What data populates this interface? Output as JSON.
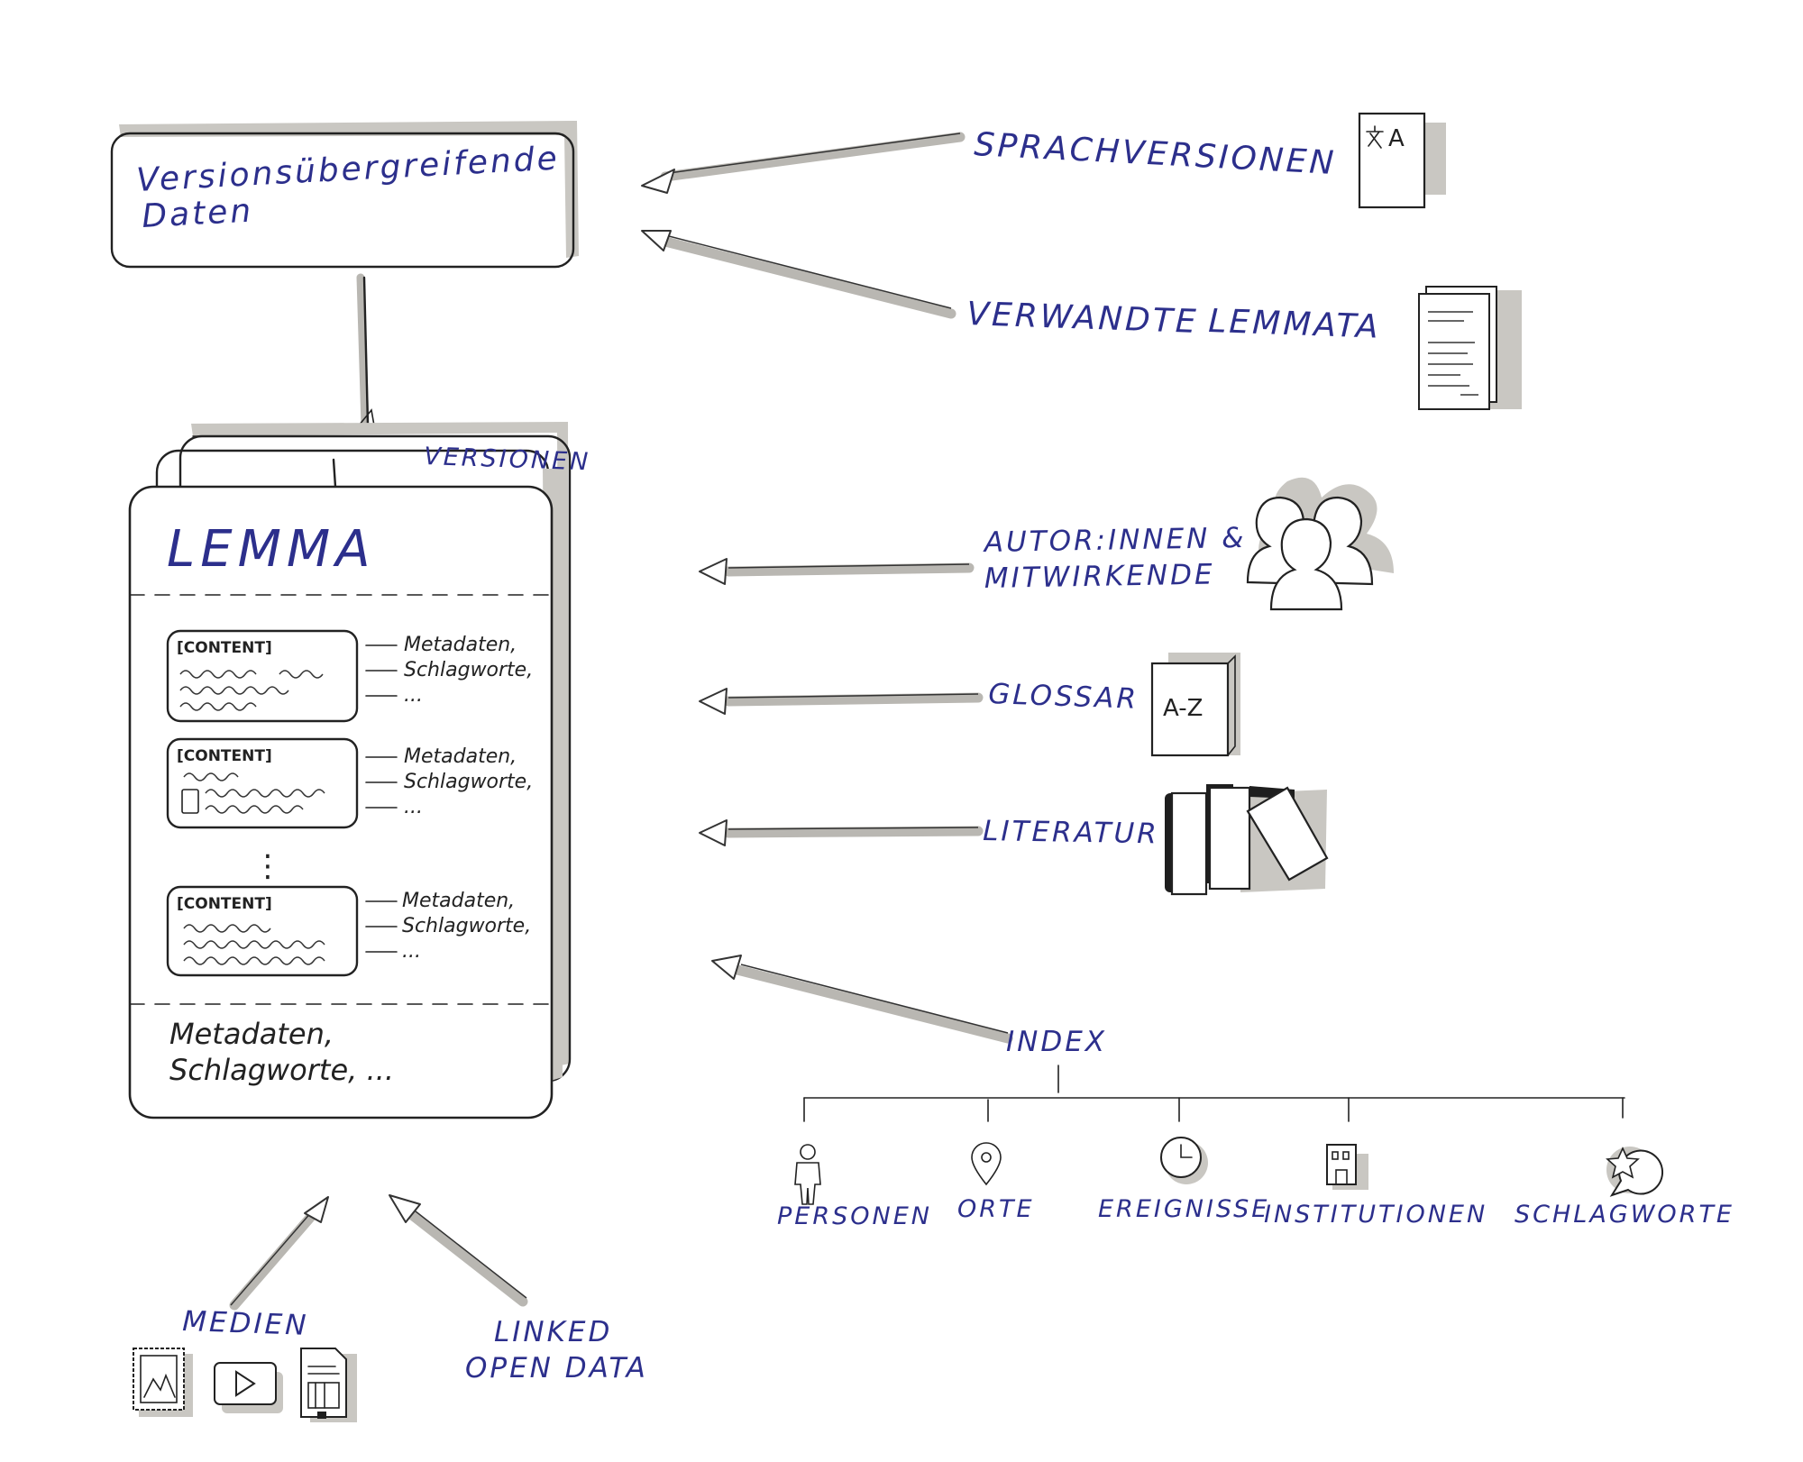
{
  "top_box": {
    "line1": "Versionsübergreifende",
    "line2": "Daten"
  },
  "lemma": {
    "title": "LEMMA",
    "versions_label": "VERSIONEN",
    "content_label": "[CONTENT]",
    "meta_1": "Metadaten,",
    "meta_2": "Schlagworte,",
    "meta_3": "...",
    "ellipsis": "⋮",
    "footer_1": "Metadaten,",
    "footer_2": "Schlagworte, ..."
  },
  "sources": {
    "sprachversionen": "SPRACHVERSIONEN",
    "verwandte": "VERWANDTE",
    "lemmata": "LEMMATA",
    "autor_1": "AUTOR:INNEN &",
    "autor_2": "MITWIRKENDE",
    "glossar": "GLOSSAR",
    "glossar_icon_text": "A-Z",
    "literatur": "LITERATUR",
    "index": "INDEX",
    "medien": "MEDIEN",
    "lod_1": "LINKED",
    "lod_2": "OPEN DATA"
  },
  "index_items": {
    "personen": "PERSONEN",
    "orte": "ORTE",
    "ereignisse": "EREIGNISSE",
    "institutionen": "INSTITUTIONEN",
    "schlagworte": "SCHLAGWORTE"
  },
  "translate_icon_text": "A",
  "icons": [
    "translate-icon",
    "documents-icon",
    "people-icon",
    "book-icon",
    "books-icon",
    "person-icon",
    "location-pin-icon",
    "clock-icon",
    "building-icon",
    "star-bubble-icon",
    "image-icon",
    "play-icon",
    "pdf-icon"
  ]
}
